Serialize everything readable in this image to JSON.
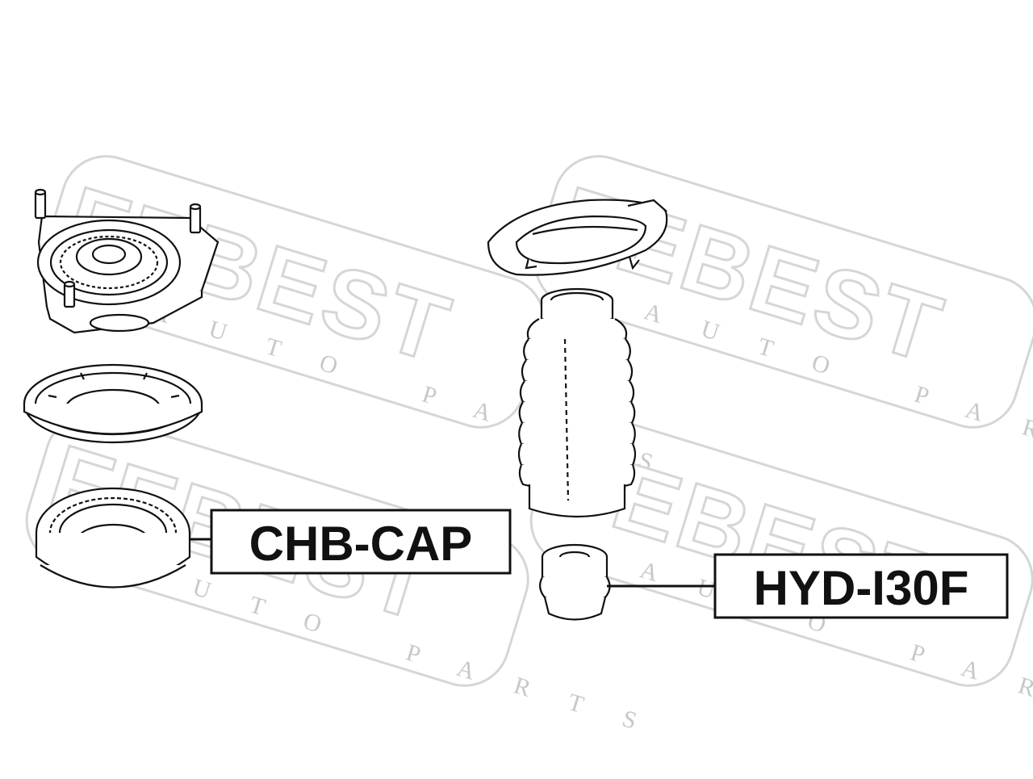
{
  "watermark": {
    "brand": "FEBEST",
    "tagline": "AUTO PARTS",
    "color": "#d6d6d6"
  },
  "callouts": [
    {
      "id": "left",
      "label": "CHB-CAP"
    },
    {
      "id": "right",
      "label": "HYD-I30F"
    }
  ],
  "colors": {
    "line": "#111111",
    "background": "#ffffff"
  }
}
